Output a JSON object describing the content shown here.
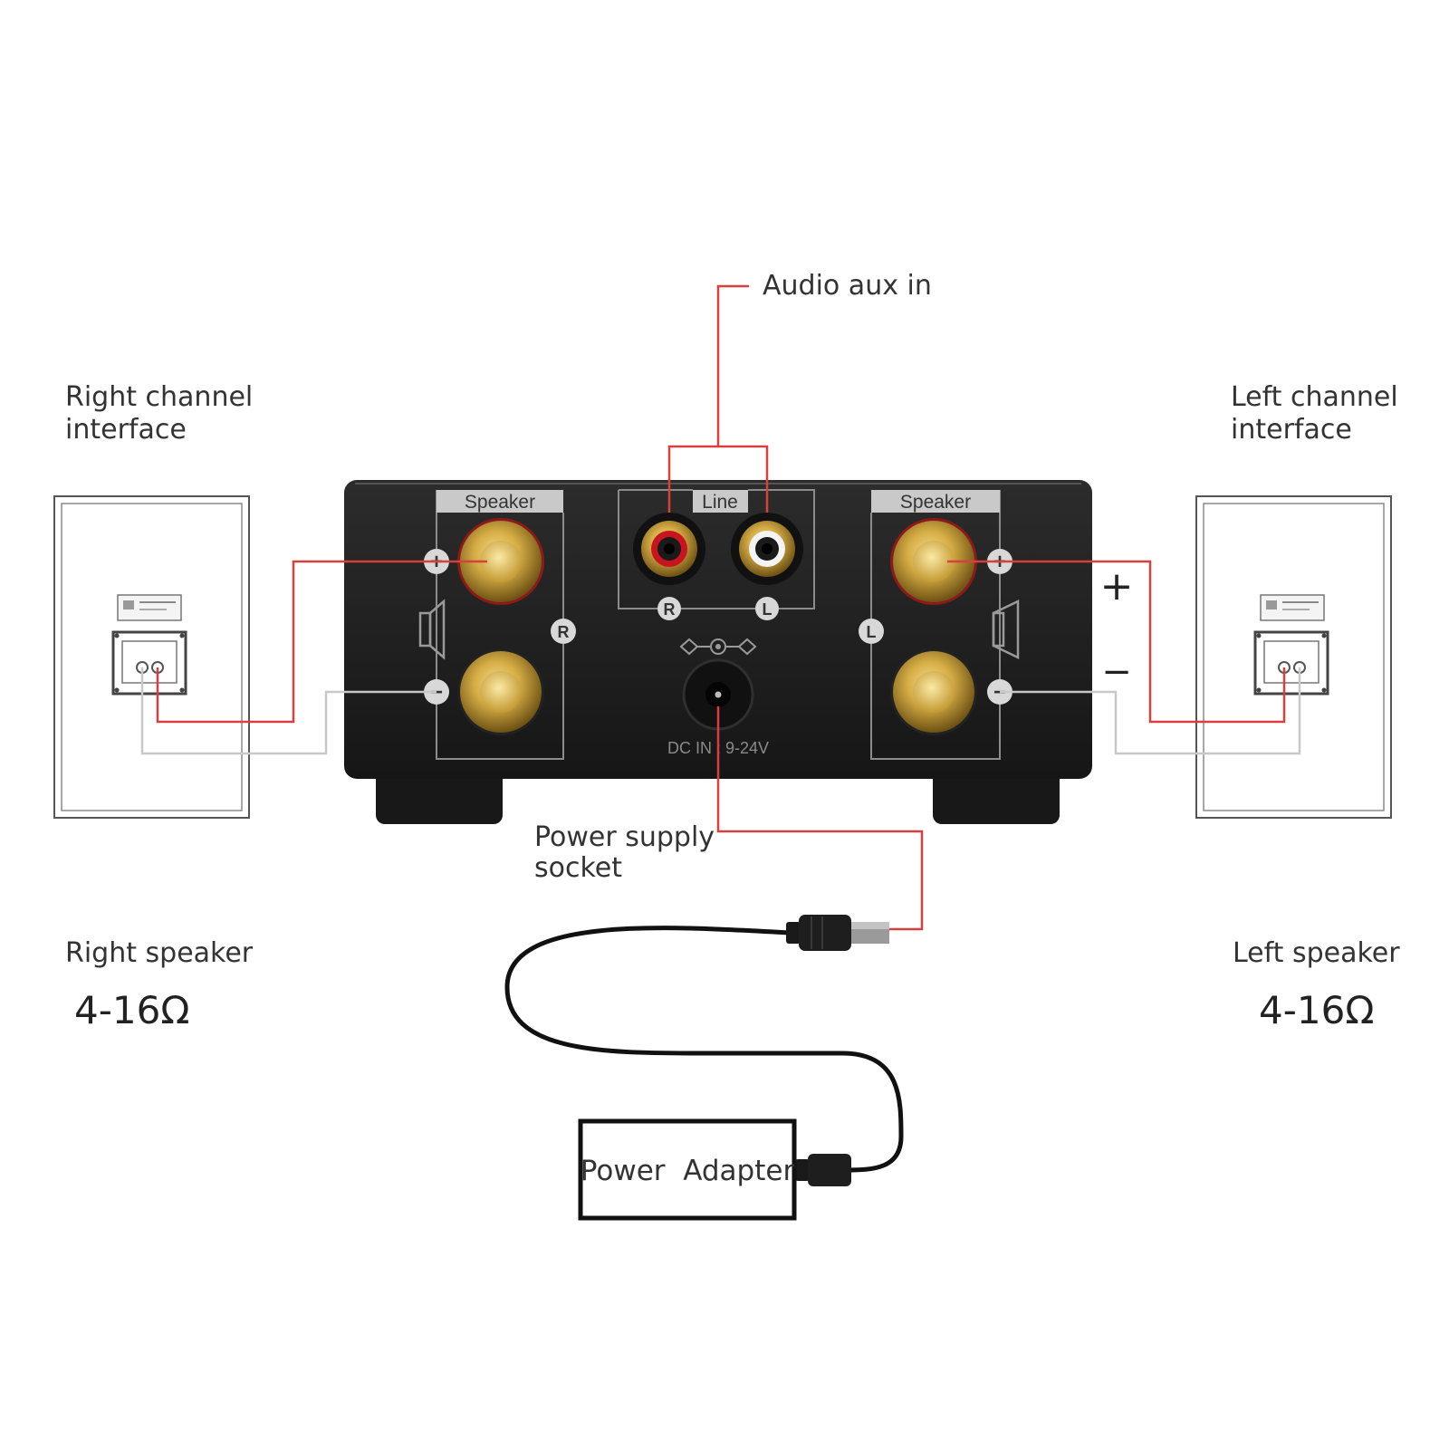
{
  "labels": {
    "audio_aux_in": "Audio aux in",
    "right_channel_line1": "Right channel",
    "right_channel_line2": "interface",
    "left_channel_line1": "Left channel",
    "left_channel_line2": "interface",
    "power_supply_line1": "Power supply",
    "power_supply_line2": "socket",
    "right_speaker": "Right speaker",
    "right_impedance": "4-16Ω",
    "left_speaker": "Left speaker",
    "left_impedance": "4-16Ω",
    "power_adapter": "Power  Adapter"
  },
  "amplifier_panel": {
    "speaker_right_tab": "Speaker",
    "speaker_left_tab": "Speaker",
    "line_tab": "Line",
    "rca_r": "R",
    "rca_l": "L",
    "channel_r": "R",
    "channel_l": "L",
    "plus": "+",
    "minus": "−",
    "dc_in": "DC IN : 9-24V"
  },
  "polarity": {
    "plus": "+",
    "minus": "−"
  },
  "colors": {
    "wire_red": "#d6403e",
    "wire_gray": "#c8c8c8",
    "amp_body": "#1f1f1f",
    "brass": "#c9a23b",
    "rca_red": "#c8141e"
  }
}
